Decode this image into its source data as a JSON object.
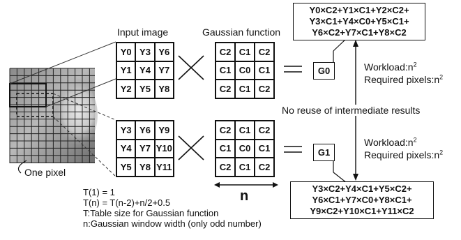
{
  "labels": {
    "input_image": "Input image",
    "gaussian_function": "Gaussian function",
    "one_pixel": "One pixel",
    "no_reuse": "No reuse of intermediate results",
    "n_label": "n",
    "workload_top": "Workload:n",
    "required_top": "Required pixels:n",
    "workload_bottom": "Workload:n",
    "required_bottom": "Required pixels:n",
    "exponent": "2"
  },
  "input_grid_top": [
    "Y0",
    "Y3",
    "Y6",
    "Y1",
    "Y4",
    "Y7",
    "Y2",
    "Y5",
    "Y8"
  ],
  "input_grid_bottom": [
    "Y3",
    "Y6",
    "Y9",
    "Y4",
    "Y7",
    "Y10",
    "Y5",
    "Y8",
    "Y11"
  ],
  "gauss_grid_top": [
    "C2",
    "C1",
    "C2",
    "C1",
    "C0",
    "C1",
    "C2",
    "C1",
    "C2"
  ],
  "gauss_grid_bottom": [
    "C2",
    "C1",
    "C2",
    "C1",
    "C0",
    "C1",
    "C2",
    "C1",
    "C2"
  ],
  "outputs": {
    "g0": "G0",
    "g1": "G1"
  },
  "equations": {
    "top": [
      "Y0×C2+Y1×C1+Y2×C2+",
      "Y3×C1+Y4×C0+Y5×C1+",
      "Y6×C2+Y7×C1+Y8×C2"
    ],
    "bottom": [
      "Y3×C2+Y4×C1+Y5×C2+",
      "Y6×C1+Y7×C0+Y8×C1+",
      "Y9×C2+Y10×C1+Y11×C2"
    ]
  },
  "formulas": [
    "T(1) = 1",
    "T(n) = T(n-2)+n/2+0.5",
    "T:Table size for Gaussian function",
    "n:Gaussian window width (only odd number)"
  ]
}
